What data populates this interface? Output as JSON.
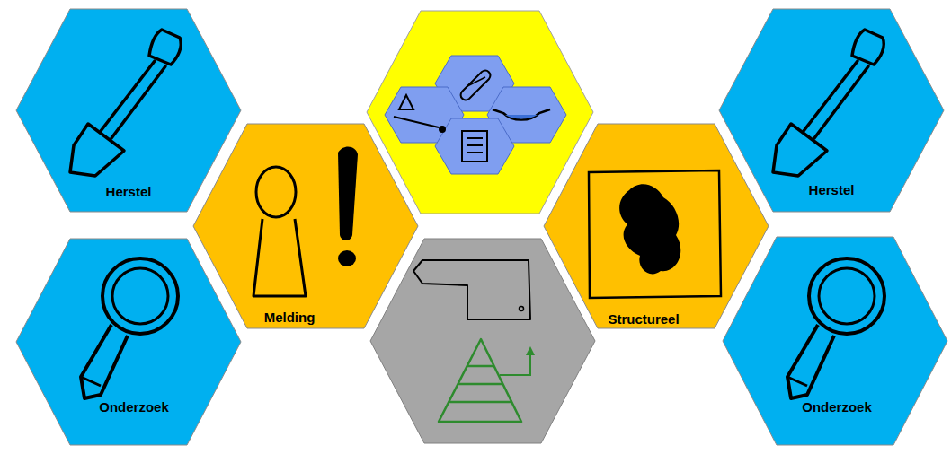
{
  "diagram": {
    "nodes": [
      {
        "text": [
          "Herstel"
        ]
      },
      {
        "text": [
          "Melding"
        ]
      },
      {
        "text": [
          "Structureel"
        ]
      },
      {
        "text": [
          "Herstel"
        ]
      },
      {
        "text": [
          "Onderzoek"
        ]
      },
      {
        "text": [
          "Onderzoek"
        ]
      }
    ]
  }
}
